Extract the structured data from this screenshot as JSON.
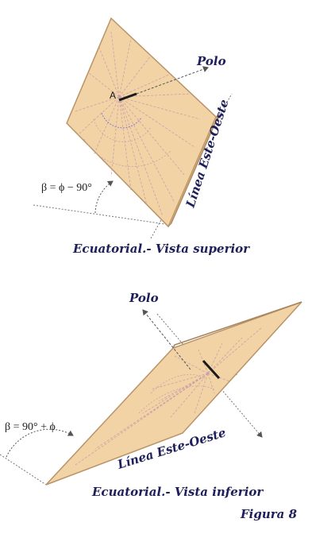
{
  "top_view": {
    "polo_label": "Polo",
    "point_label": "A",
    "east_west_label": "Línea Este-Oeste",
    "beta_formula": "β = ϕ − 90°",
    "caption": "Ecuatorial.- Vista superior"
  },
  "bottom_view": {
    "polo_label": "Polo",
    "beta_formula": "β = 90° + ϕ",
    "east_west_label": "Línea Este-Oeste",
    "caption": "Ecuatorial.- Vista inferior"
  },
  "figure_label": "Figura 8",
  "colors": {
    "plate_fill": "#f2d3a6",
    "plate_edge": "#b89468",
    "hour_lines": "#c9a0a8",
    "gnomon": "#1a1a1a",
    "text_navy": "#1e1e5a",
    "guide_line": "#555555"
  }
}
